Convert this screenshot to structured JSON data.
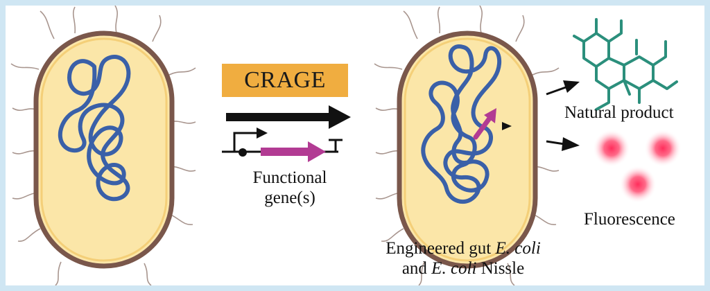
{
  "method_badge": "CRAGE",
  "gene_label": {
    "line1": "Functional",
    "line2": "gene(s)"
  },
  "product_label": "Natural product",
  "fluorescence_label": "Fluorescence",
  "strain_label": {
    "line1_prefix": "Engineered gut ",
    "line1_italic": "E. coli",
    "line2_prefix": "and ",
    "line2_italic": "E. coli",
    "line2_suffix": " Nissle"
  },
  "colors": {
    "frame": "#cfe6f3",
    "cell_fill": "#fbe6a8",
    "cell_border": "#7a574b",
    "dna": "#3a60a8",
    "gene": "#b23b93",
    "badge": "#f0ad40",
    "molecule": "#2b8f7c",
    "fluorescence": "#ff2e5c",
    "arrow": "#111111"
  }
}
